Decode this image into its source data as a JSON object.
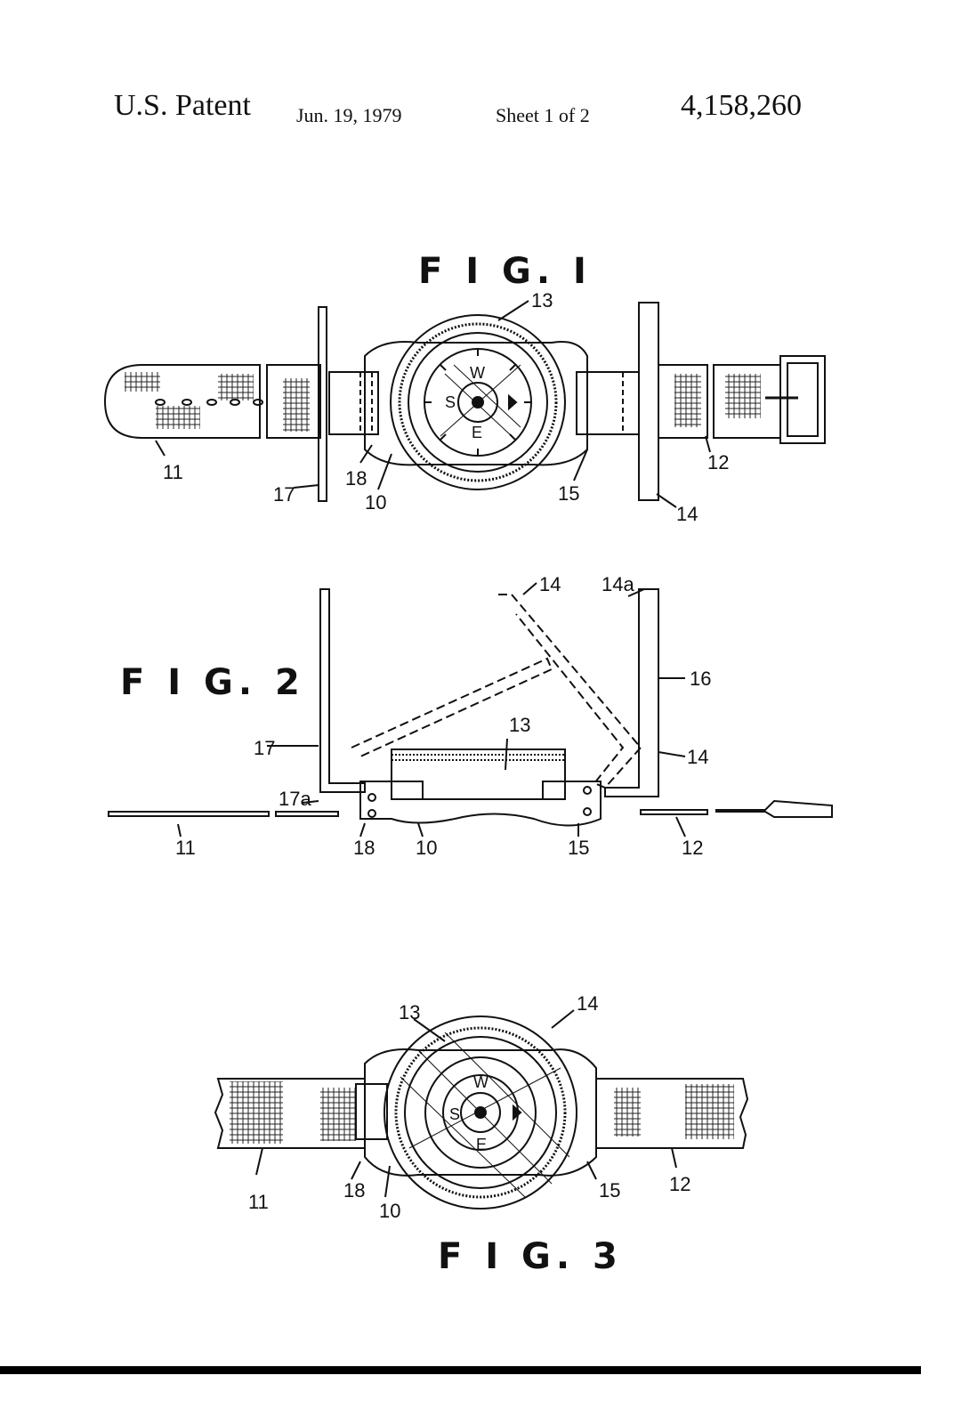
{
  "header": {
    "left": "U.S. Patent",
    "date": "Jun. 19, 1979",
    "sheet": "Sheet 1 of 2",
    "number": "4,158,260"
  },
  "fig1": {
    "label": "F I G. I",
    "refs": {
      "r11": "11",
      "r12": "12",
      "r13": "13",
      "r14": "14",
      "r15": "15",
      "r17": "17",
      "r18": "18",
      "r10": "10"
    },
    "dirs": {
      "w": "W",
      "s": "S",
      "e": "E"
    }
  },
  "fig2": {
    "label": "F I G. 2",
    "refs": {
      "r14top": "14",
      "r14a": "14a",
      "r16": "16",
      "r13": "13",
      "r17": "17",
      "r14": "14",
      "r17a": "17a",
      "r11": "11",
      "r18": "18",
      "r10": "10",
      "r15": "15",
      "r12": "12"
    }
  },
  "fig3": {
    "label": "F I G. 3",
    "refs": {
      "r13": "13",
      "r14": "14",
      "r11": "11",
      "r18": "18",
      "r10": "10",
      "r15": "15",
      "r12": "12"
    },
    "dirs": {
      "w": "W",
      "s": "S",
      "e": "E"
    }
  }
}
